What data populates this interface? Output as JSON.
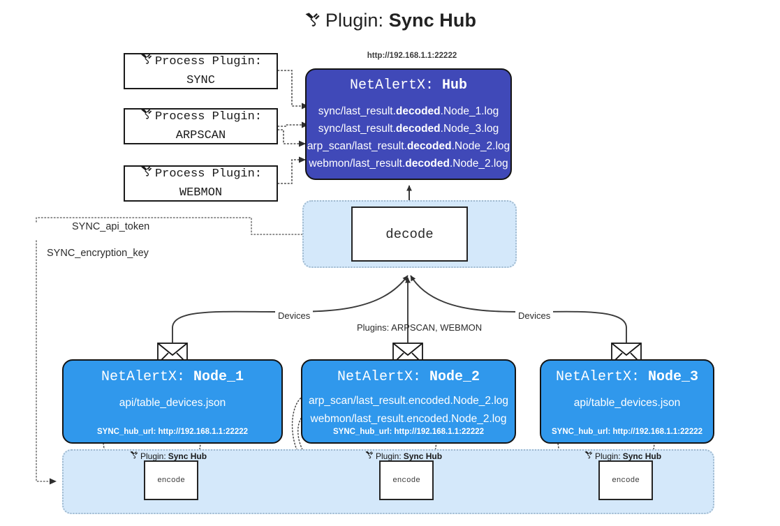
{
  "title": {
    "icon": "plug-icon",
    "prefix": "Plugin:",
    "name": "Sync Hub"
  },
  "process_plugins": [
    {
      "icon": "plug-icon",
      "line1": "Process Plugin:",
      "line2": "SYNC"
    },
    {
      "icon": "plug-icon",
      "line1": "Process Plugin:",
      "line2": "ARPSCAN"
    },
    {
      "icon": "plug-icon",
      "line1": "Process Plugin:",
      "line2": "WEBMON"
    }
  ],
  "hub": {
    "url": "http://192.168.1.1:22222",
    "title_prefix": "NetAlertX:",
    "title_name": "Hub",
    "lines": [
      {
        "pre": "sync/last_result.",
        "bold": "decoded",
        "post": ".Node_1.log"
      },
      {
        "pre": "sync/last_result.",
        "bold": "decoded",
        "post": ".Node_3.log"
      },
      {
        "pre": "arp_scan/last_result.",
        "bold": "decoded",
        "post": ".Node_2.log"
      },
      {
        "pre": "webmon/last_result.",
        "bold": "decoded",
        "post": ".Node_2.log"
      }
    ]
  },
  "decode": {
    "label": "decode"
  },
  "tokens": {
    "api_token": "SYNC_api_token",
    "encryption_key": "SYNC_encryption_key"
  },
  "edge_labels": {
    "devices_left": "Devices",
    "devices_right": "Devices",
    "plugins_center": "Plugins: ARPSCAN, WEBMON"
  },
  "nodes": [
    {
      "title_prefix": "NetAlertX:",
      "title_name": "Node_1",
      "lines": [
        "api/table_devices.json"
      ],
      "footer": "SYNC_hub_url: http://192.168.1.1:22222",
      "mail_icon": "envelope-icon"
    },
    {
      "title_prefix": "NetAlertX:",
      "title_name": "Node_2",
      "lines": [
        "arp_scan/last_result.encoded.Node_2.log",
        "webmon/last_result.encoded.Node_2.log"
      ],
      "footer": "SYNC_hub_url: http://192.168.1.1:22222",
      "mail_icon": "envelope-icon"
    },
    {
      "title_prefix": "NetAlertX:",
      "title_name": "Node_3",
      "lines": [
        "api/table_devices.json"
      ],
      "footer": "SYNC_hub_url: http://192.168.1.1:22222",
      "mail_icon": "envelope-icon"
    }
  ],
  "encoders": [
    {
      "icon": "plug-icon",
      "caption_prefix": "Plugin:",
      "caption_name": "Sync Hub",
      "label": "encode"
    },
    {
      "icon": "plug-icon",
      "caption_prefix": "Plugin:",
      "caption_name": "Sync Hub",
      "label": "encode"
    },
    {
      "icon": "plug-icon",
      "caption_prefix": "Plugin:",
      "caption_name": "Sync Hub",
      "label": "encode"
    }
  ],
  "colors": {
    "hub_fill": "#4049b8",
    "node_fill": "#3098ec",
    "zone_fill": "#d4e8fa",
    "zone_border": "#9fb9cf",
    "stroke": "#141414",
    "page_bg": "#ffffff"
  }
}
